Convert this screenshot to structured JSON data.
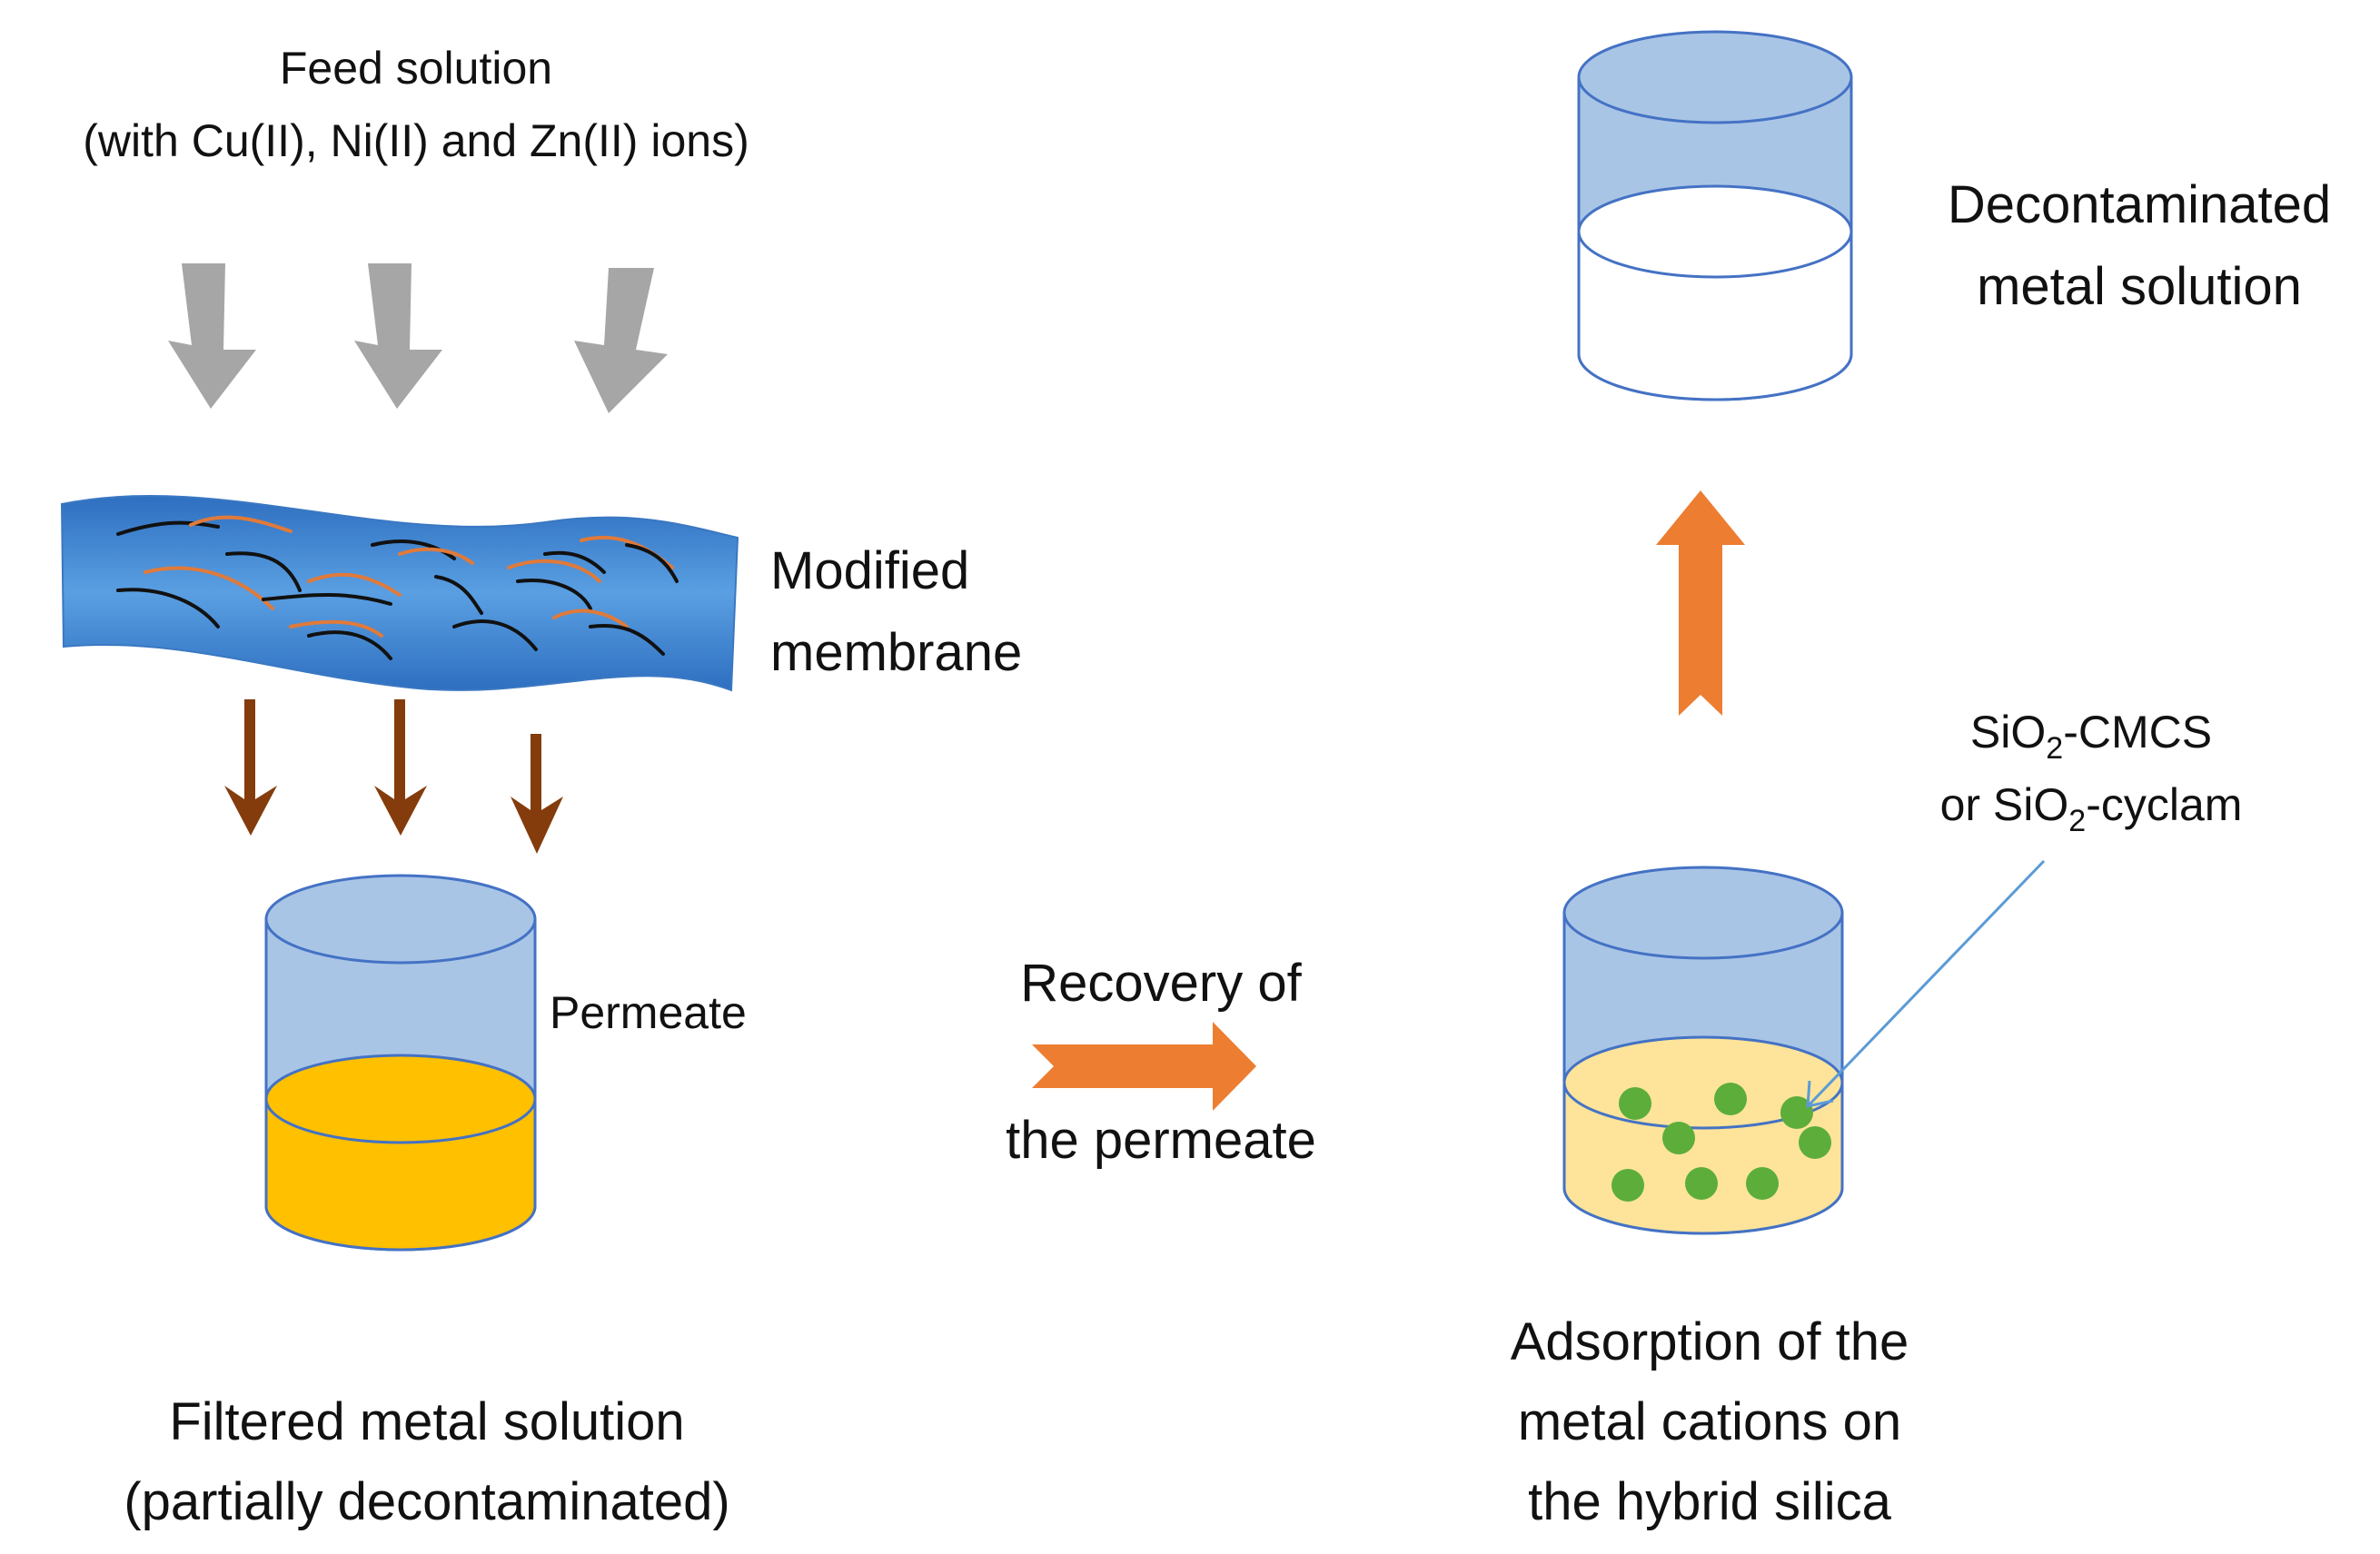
{
  "labels": {
    "feed_line1": "Feed solution",
    "feed_line2": "(with Cu(II), Ni(II) and Zn(II) ions)",
    "membrane_line1": "Modified",
    "membrane_line2": "membrane",
    "permeate": "Permeate",
    "filtered_line1": "Filtered metal solution",
    "filtered_line2": "(partially decontaminated)",
    "recovery_line1": "Recovery of",
    "recovery_line2": "the permeate",
    "adsorbent_line1_pre": "SiO",
    "adsorbent_line1_sub": "2",
    "adsorbent_line1_post": "-CMCS",
    "adsorbent_line2_pre": "or SiO",
    "adsorbent_line2_sub": "2",
    "adsorbent_line2_post": "-cyclam",
    "adsorption_line1": "Adsorption of the",
    "adsorption_line2": "metal cations on",
    "adsorption_line3": "the hybrid silica",
    "decontaminated_line1": "Decontaminated",
    "decontaminated_line2": "metal solution"
  },
  "colors": {
    "beaker_blue": "#a9c5e6",
    "beaker_outline": "#4472c4",
    "permeate_liquid": "#ffc000",
    "adsorption_liquid": "#fde49a",
    "silica_particle": "#5cad3a",
    "grey_arrow": "#a6a6a6",
    "brown_arrow": "#843c0c",
    "orange_arrow": "#ed7d31",
    "membrane_blue": "#4b8fd8",
    "membrane_fiber_black": "#111111",
    "membrane_fiber_orange": "#e07a3a",
    "pointer_line": "#5b9bd5"
  }
}
